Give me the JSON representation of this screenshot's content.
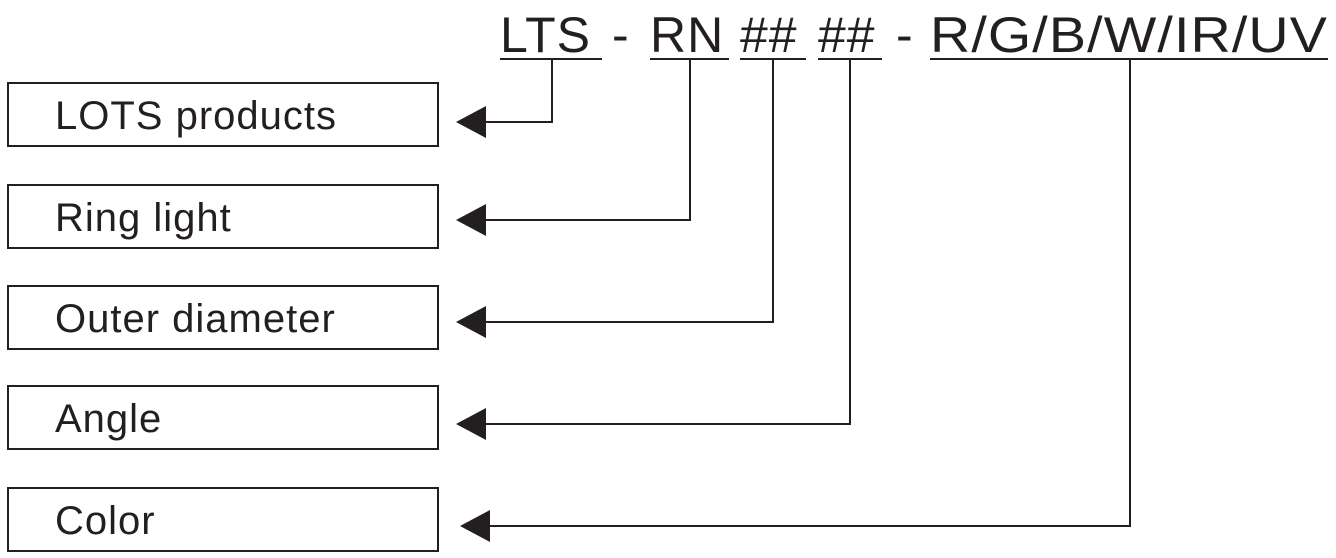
{
  "code": {
    "segments": [
      "LTS",
      "RN",
      "##",
      "##",
      "R/G/B/W/IR/UV"
    ],
    "separators": [
      "-",
      "-"
    ]
  },
  "labels": [
    "LOTS products",
    "Ring light",
    "Outer diameter",
    "Angle",
    "Color"
  ],
  "colors": {
    "ink": "#231f20",
    "background": "#ffffff"
  }
}
